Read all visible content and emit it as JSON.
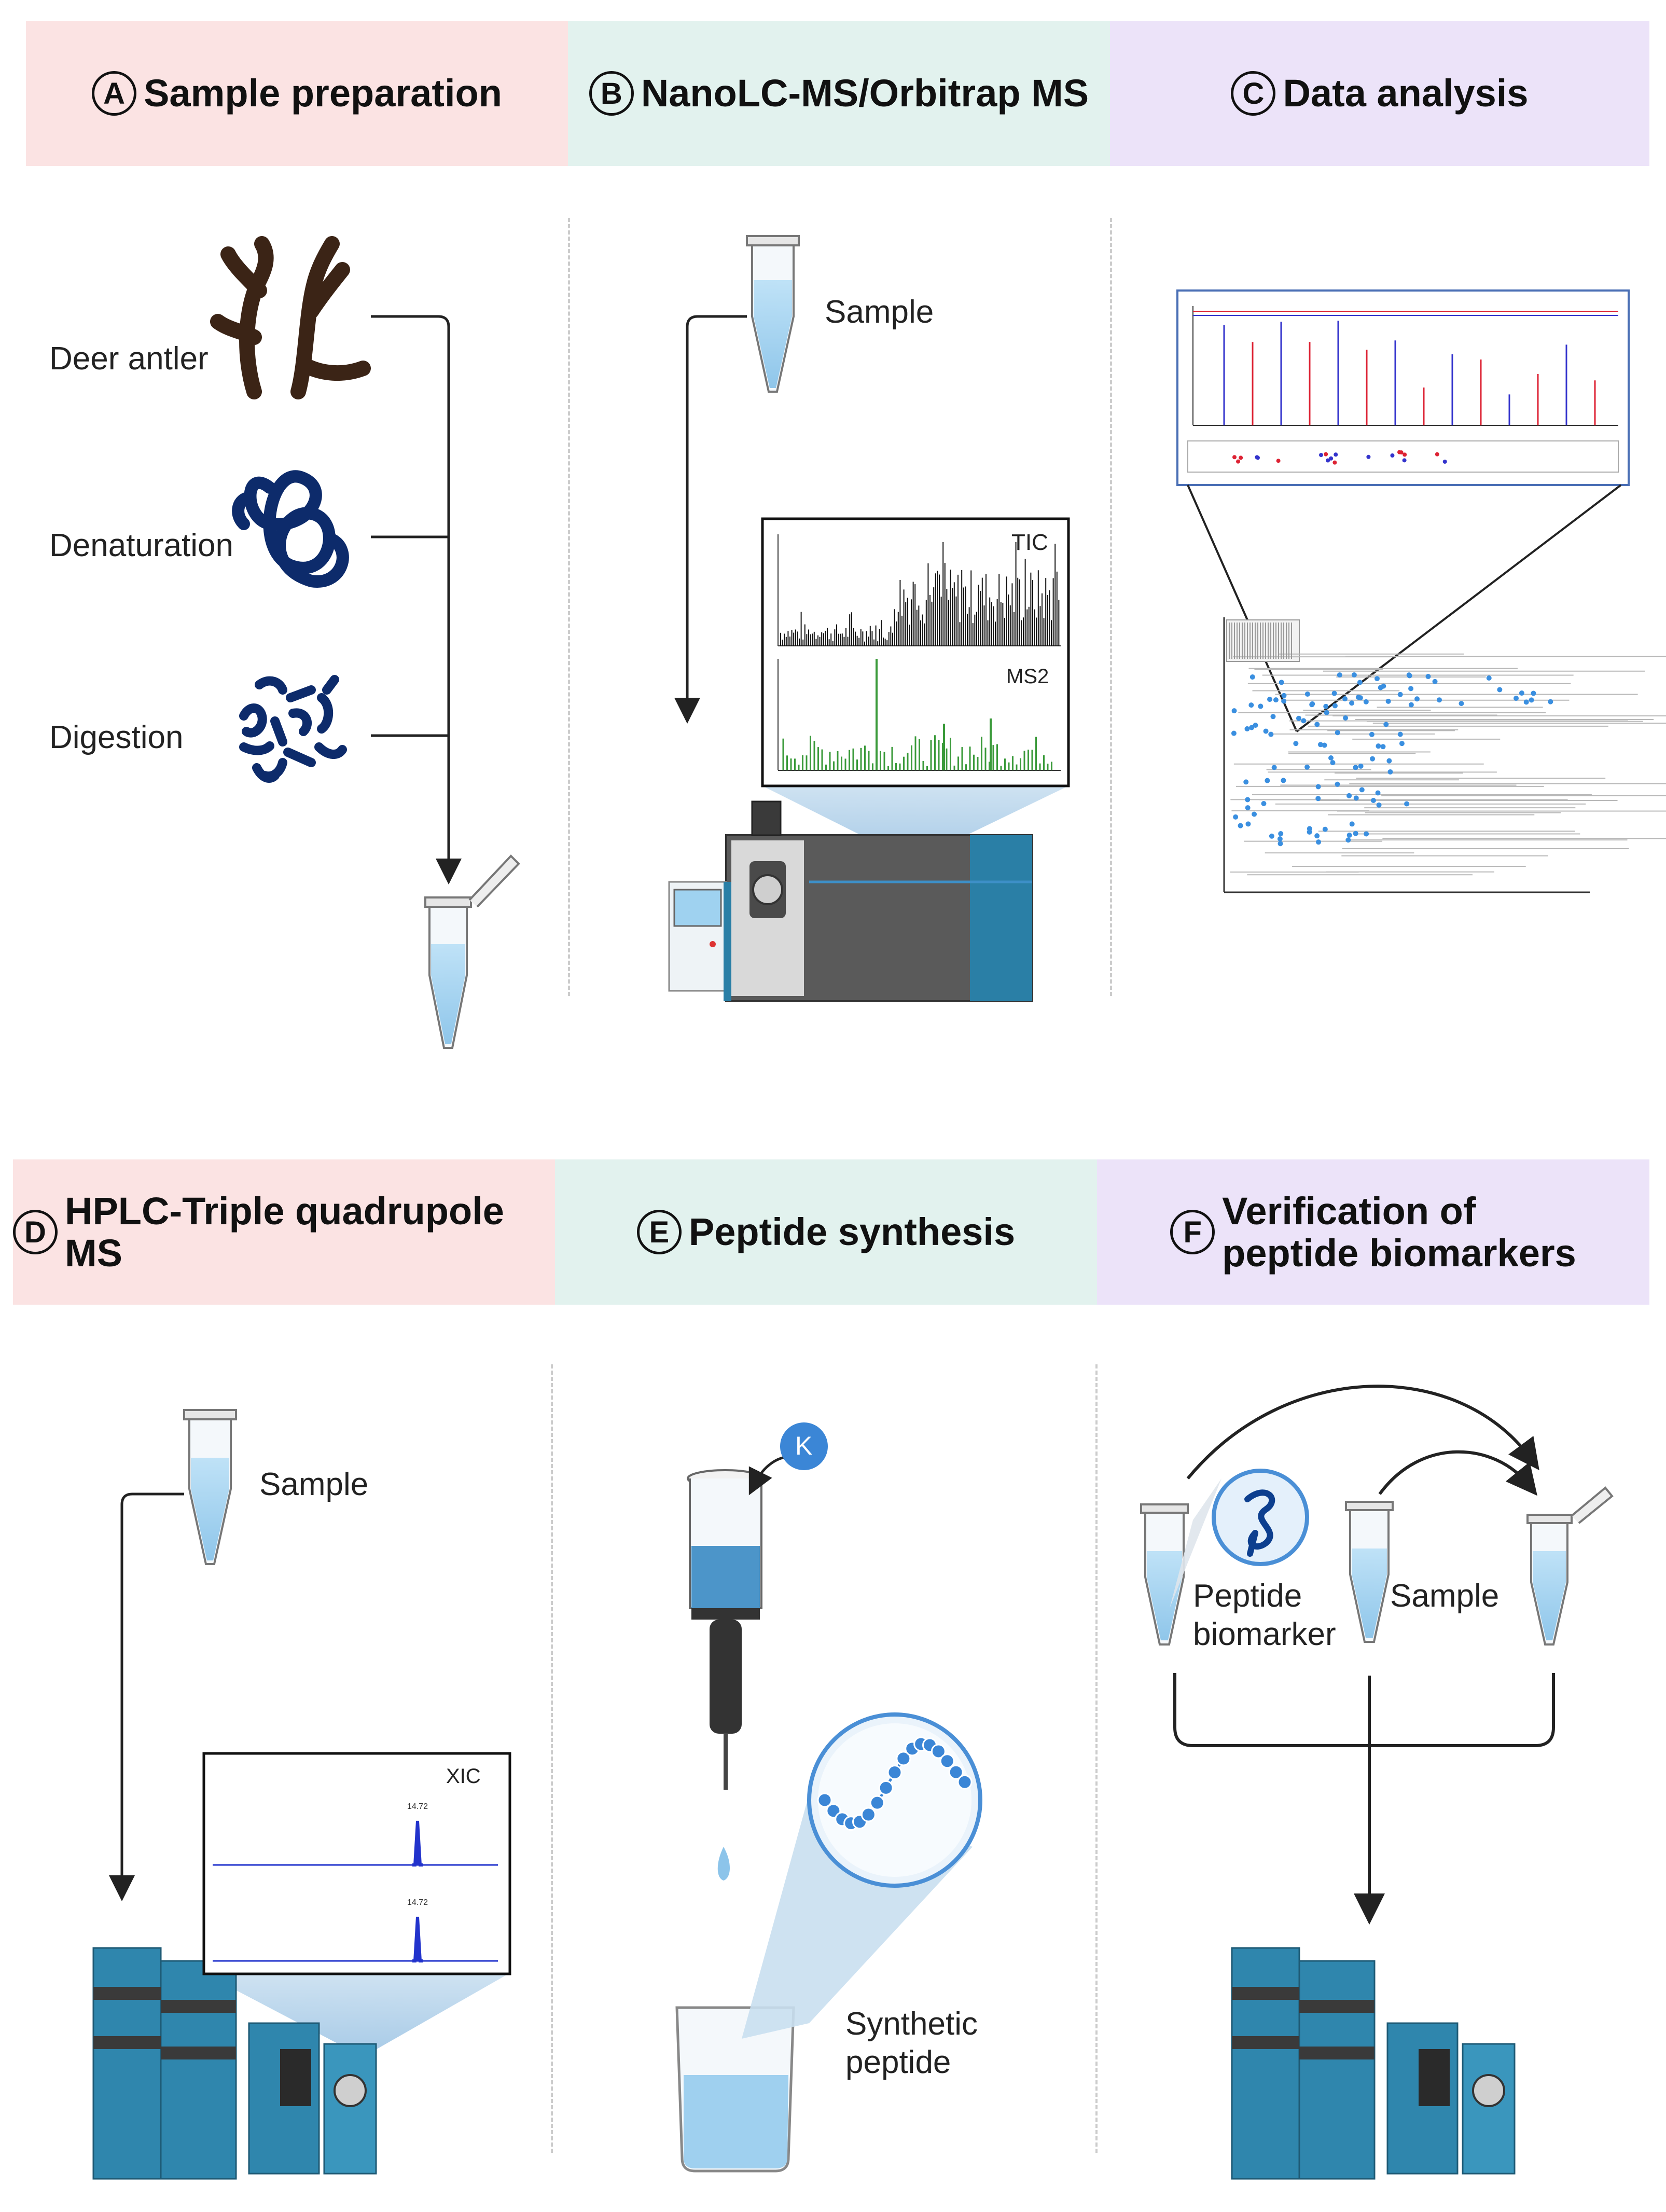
{
  "panels": {
    "a": {
      "letter": "A",
      "title": "Sample preparation"
    },
    "b": {
      "letter": "B",
      "title": "NanoLC-MS/Orbitrap MS"
    },
    "c": {
      "letter": "C",
      "title": "Data analysis"
    },
    "d": {
      "letter": "D",
      "title": "HPLC-Triple quadrupole MS"
    },
    "e": {
      "letter": "E",
      "title": "Peptide synthesis"
    },
    "f": {
      "letter": "F",
      "title_line1": "Verification of",
      "title_line2": "peptide biomarkers"
    }
  },
  "labels": {
    "deer_antler": "Deer antler",
    "denaturation": "Denaturation",
    "digestion": "Digestion",
    "sample_b": "Sample",
    "tic": "TIC",
    "ms2": "MS2",
    "sample_d": "Sample",
    "xic": "XIC",
    "xic_peak1": "14.72",
    "xic_peak2": "14.72",
    "amino_k": "K",
    "synthetic_line1": "Synthetic",
    "synthetic_line2": "peptide",
    "peptide_line1": "Peptide",
    "peptide_line2": "biomarker",
    "sample_f": "Sample"
  },
  "colors": {
    "panel_a_d": "#fbe3e3",
    "panel_b_e": "#e2f2ee",
    "panel_c_f": "#ece3f9",
    "tube_liquid": "#a8d4f0",
    "instrument_teal": "#2a7fa6",
    "instrument_dark": "#4a4a4a",
    "spectrum_black": "#111111",
    "spectrum_green": "#3a9a3a",
    "xic_blue": "#2233cc",
    "scatter_blue": "#3a8fe0",
    "antler_brown": "#3b2416",
    "protein_navy": "#0d2b6b"
  },
  "icons": [
    "antler-icon",
    "protein-icon",
    "peptide-fragments-icon",
    "tube-icon",
    "mass-spectrometer-icon",
    "hplc-icon",
    "syringe-icon",
    "beaker-icon",
    "peptide-chain-icon"
  ]
}
